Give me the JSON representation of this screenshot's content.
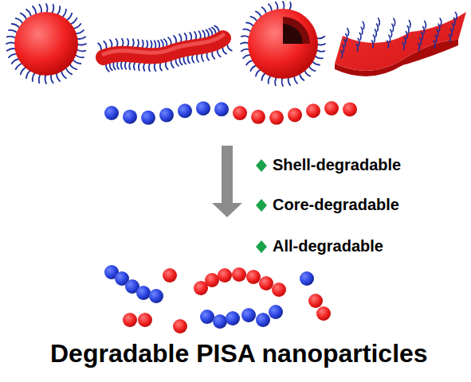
{
  "diagram": {
    "title": "Degradable PISA nanoparticles",
    "labels": [
      "Shell-degradable",
      "Core-degradable",
      "All-degradable"
    ]
  }
}
